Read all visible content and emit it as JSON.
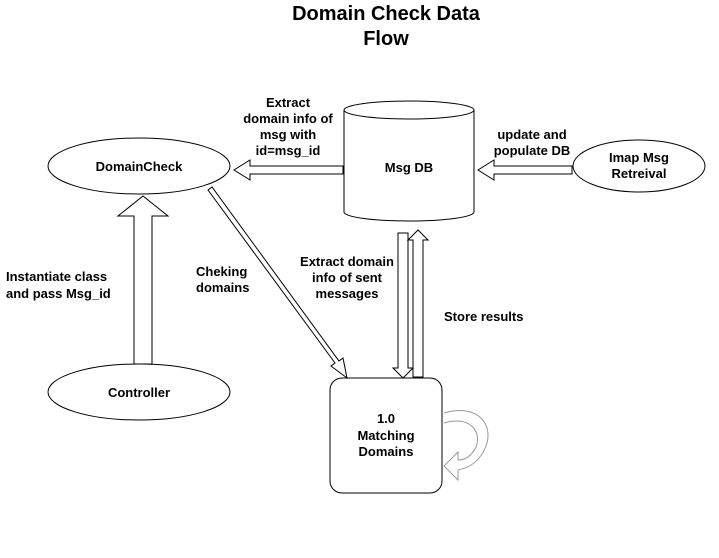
{
  "title": [
    "Domain Check Data",
    "Flow"
  ],
  "nodes": {
    "domain_check": "DomainCheck",
    "msg_db": "Msg DB",
    "imap": [
      "Imap Msg",
      "Retreival"
    ],
    "controller": "Controller",
    "process": [
      "1.0",
      "Matching",
      "Domains"
    ]
  },
  "flows": {
    "extract_domain_info": [
      "Extract",
      "domain info of",
      "msg with",
      "id=msg_id"
    ],
    "update_populate": [
      "update and",
      "populate DB"
    ],
    "instantiate": [
      "Instantiate class",
      "and pass Msg_id"
    ],
    "checking": [
      "Cheking",
      "domains"
    ],
    "extract_sent": [
      "Extract domain",
      "info of sent",
      "messages"
    ],
    "store_results": "Store results"
  }
}
